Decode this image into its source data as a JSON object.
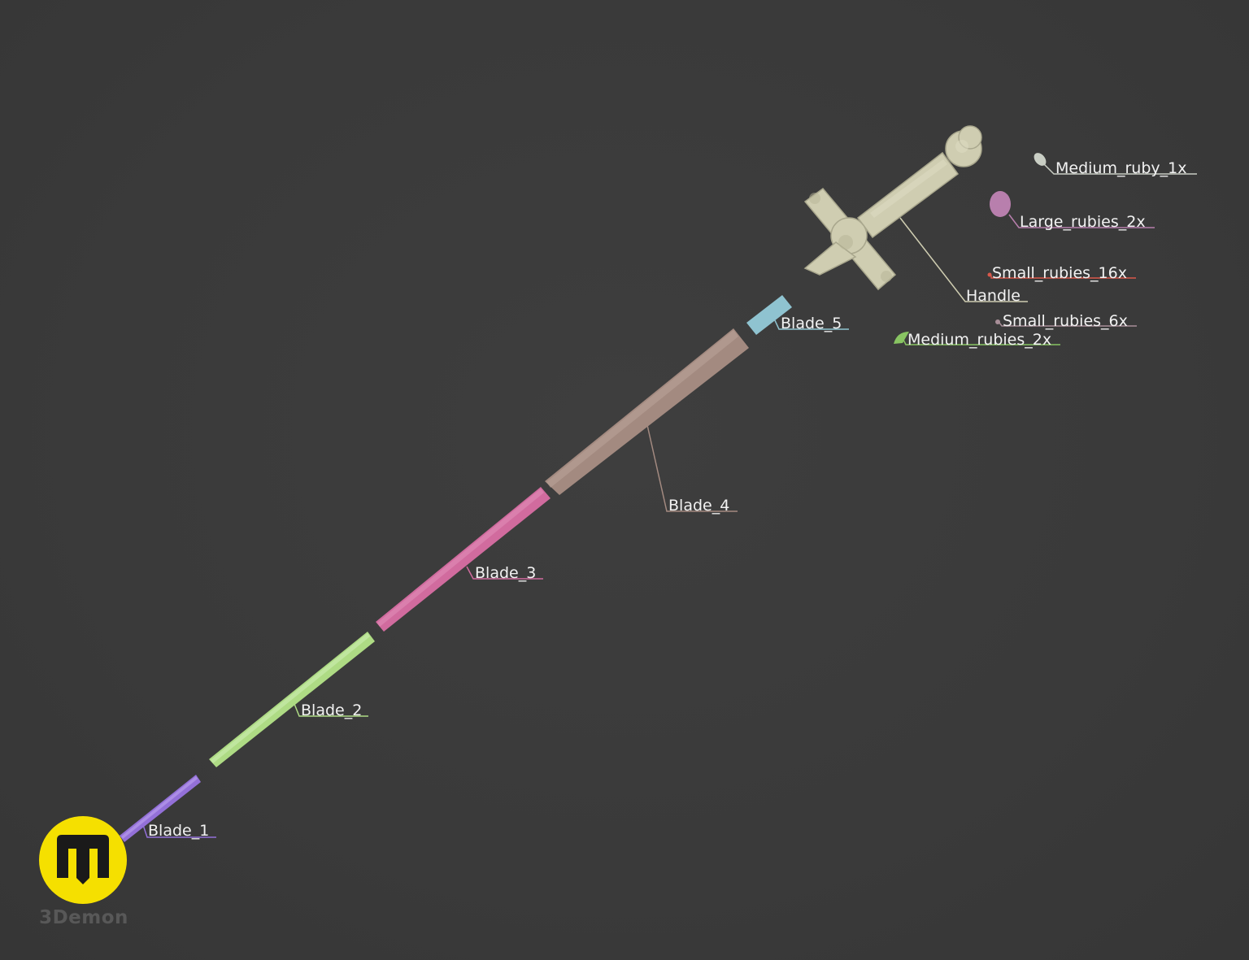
{
  "brand": {
    "name": "3Demon",
    "logo_icon": "3demon-logo-icon",
    "logo_color": "#f5e000"
  },
  "parts": [
    {
      "id": "blade_1",
      "label": "Blade_1",
      "color": "#9370d8"
    },
    {
      "id": "blade_2",
      "label": "Blade_2",
      "color": "#aedb84"
    },
    {
      "id": "blade_3",
      "label": "Blade_3",
      "color": "#d16b9e"
    },
    {
      "id": "blade_4",
      "label": "Blade_4",
      "color": "#a38a80"
    },
    {
      "id": "blade_5",
      "label": "Blade_5",
      "color": "#8fc3d0"
    },
    {
      "id": "handle",
      "label": "Handle",
      "color": "#cfcdb1"
    },
    {
      "id": "medium_ruby_1x",
      "label": "Medium_ruby_1x",
      "color": "#c9cec4"
    },
    {
      "id": "large_rubies_2x",
      "label": "Large_rubies_2x",
      "color": "#b87fad"
    },
    {
      "id": "small_rubies_16x",
      "label": "Small_rubies_16x",
      "color": "#d9584b"
    },
    {
      "id": "small_rubies_6x",
      "label": "Small_rubies_6x",
      "color": "#a88e98"
    },
    {
      "id": "medium_rubies_2x",
      "label": "Medium_rubies_2x",
      "color": "#88c462"
    }
  ]
}
